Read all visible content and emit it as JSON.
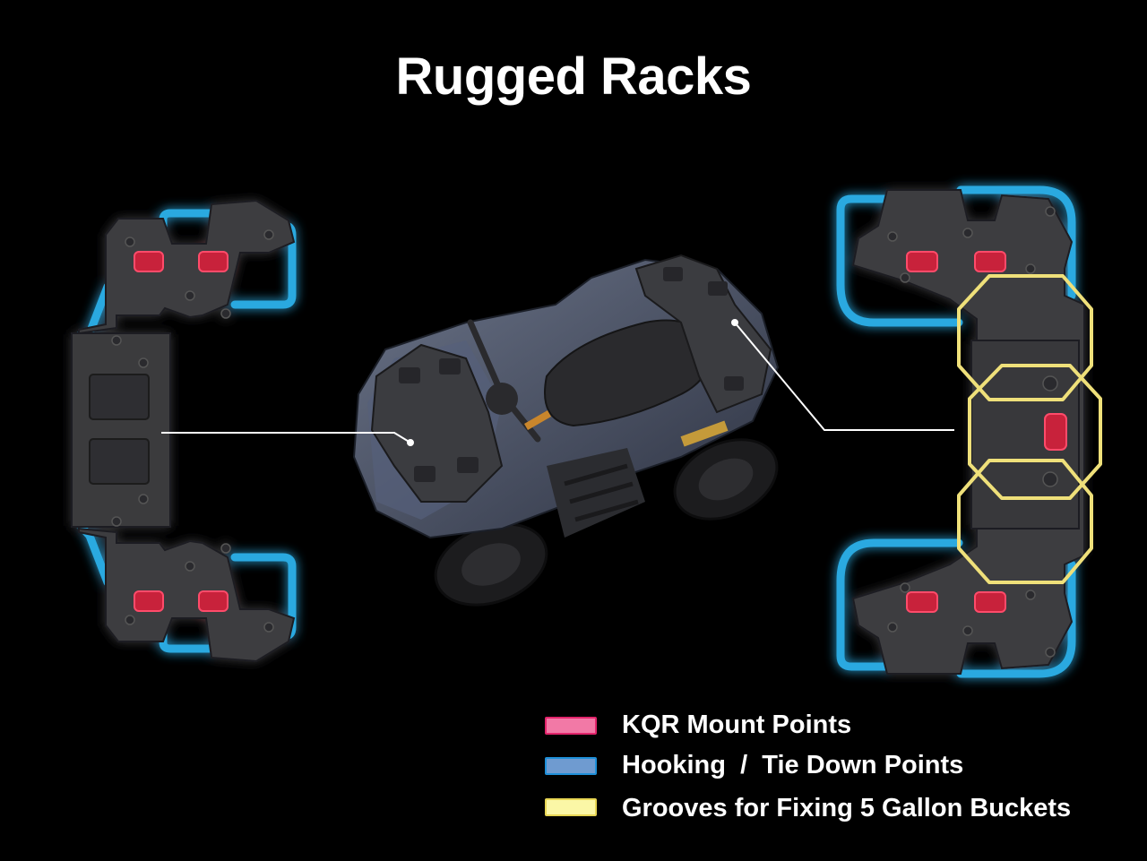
{
  "title": "Rugged Racks",
  "legend": [
    {
      "label": "KQR Mount Points",
      "fill": "#f279a6",
      "stroke": "#e2246b"
    },
    {
      "label": "Hooking  /  Tie Down Points",
      "fill": "#6f9bd0",
      "stroke": "#1e8fd8"
    },
    {
      "label": "Grooves for Fixing 5 Gallon Buckets",
      "fill": "#fbf7a6",
      "stroke": "#e8d654"
    }
  ],
  "colors": {
    "background": "#000000",
    "rack_body": "#3c3c3f",
    "kqr": "#d8243f",
    "hook": "#2aa9e0",
    "groove": "#efe07a"
  }
}
